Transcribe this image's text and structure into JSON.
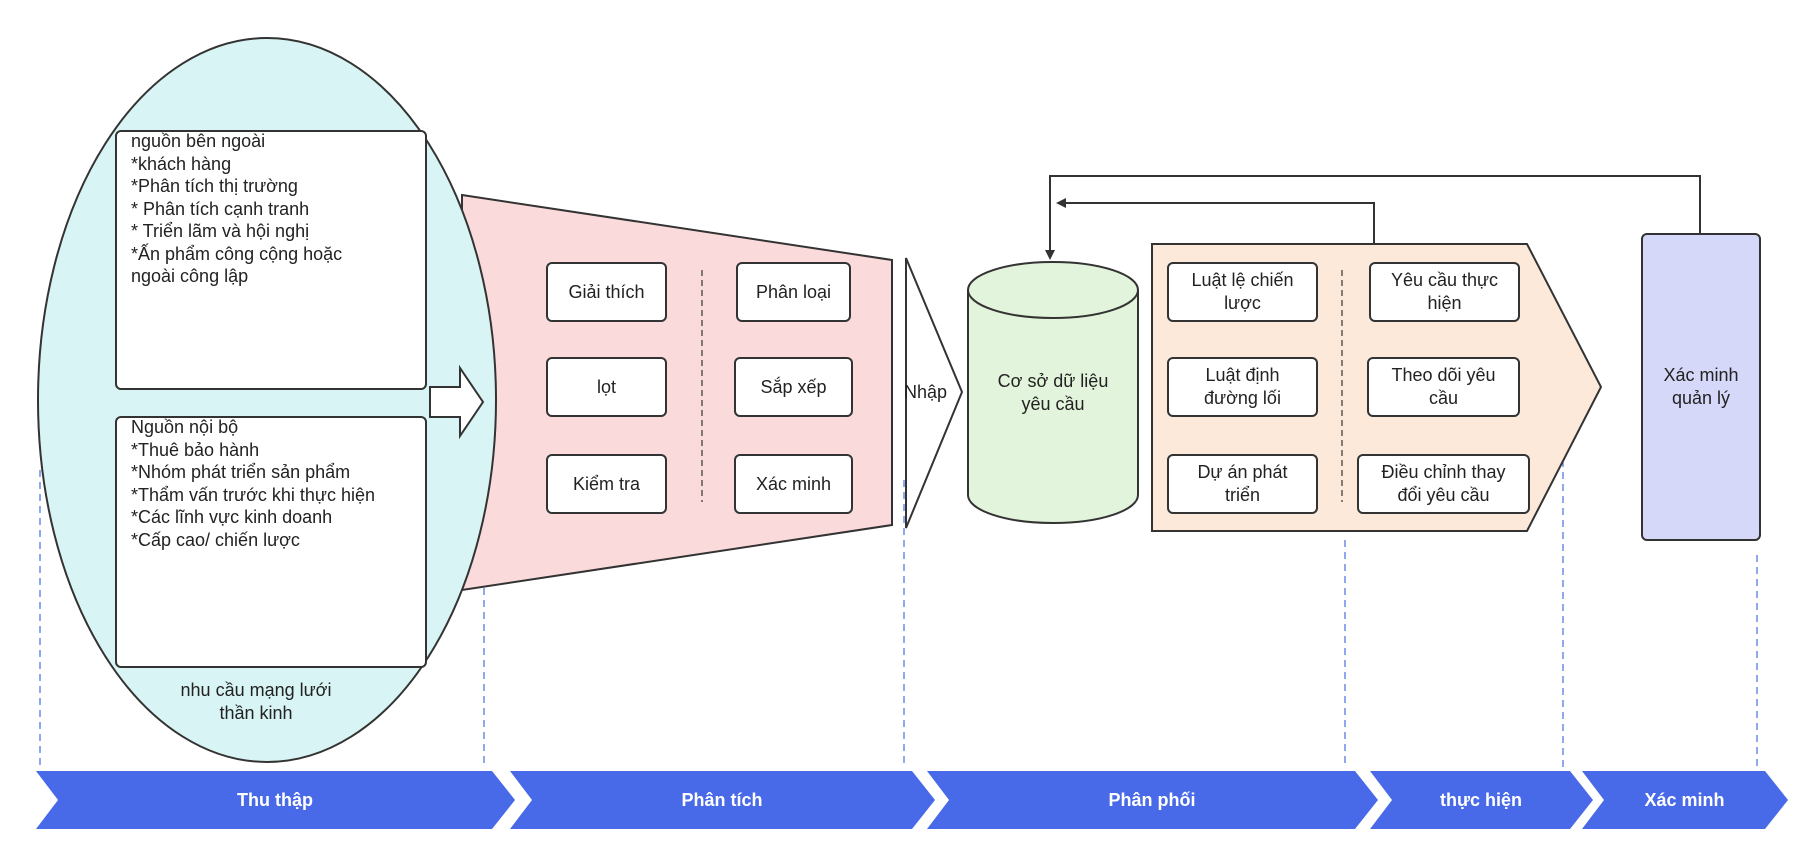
{
  "colors": {
    "ellipse_fill": "#d9f4f4",
    "funnel_fill": "#fadadb",
    "database_fill": "#e3f4dc",
    "pentagon_fill": "#fce9da",
    "verify_fill": "#d5d8f8",
    "stage_fill": "#4869e8",
    "stroke": "#333333",
    "guide": "#4a6fe0"
  },
  "collection": {
    "external_lines": [
      "nguồn bên ngoài",
      "*khách hàng",
      "*Phân tích thị trường",
      "* Phân tích cạnh tranh",
      "* Triển lãm và hội nghị",
      "*Ấn phẩm công cộng hoặc",
      "ngoài công lập"
    ],
    "internal_lines": [
      "Nguồn nội bộ",
      "*Thuê bảo hành",
      "*Nhóm phát triển sản phẩm",
      "*Thẩm vấn trước khi thực hiện",
      "*Các lĩnh vực kinh doanh",
      "*Cấp cao/ chiến lược"
    ],
    "caption_lines": [
      "nhu cầu mạng lưới",
      "thần kinh"
    ]
  },
  "analysis": {
    "left": [
      "Giải thích",
      "lọt",
      "Kiểm tra"
    ],
    "right": [
      "Phân loại",
      "Sắp xếp",
      "Xác minh"
    ]
  },
  "import_label": "Nhập",
  "database_lines": [
    "Cơ sở dữ liệu",
    "yêu cầu"
  ],
  "distribution": {
    "left": [
      [
        "Luật lệ chiến",
        "lược"
      ],
      [
        "Luật định",
        "đường lối"
      ],
      [
        "Dự án phát",
        "triển"
      ]
    ],
    "right": [
      [
        "Yêu cầu thực",
        "hiện"
      ],
      [
        "Theo dõi yêu",
        "cầu"
      ],
      [
        "Điều chỉnh thay",
        "đổi yêu cầu"
      ]
    ]
  },
  "verify_lines": [
    "Xác minh",
    "quản lý"
  ],
  "stages": [
    "Thu thập",
    "Phân tích",
    "Phân phối",
    "thực hiện",
    "Xác minh"
  ]
}
